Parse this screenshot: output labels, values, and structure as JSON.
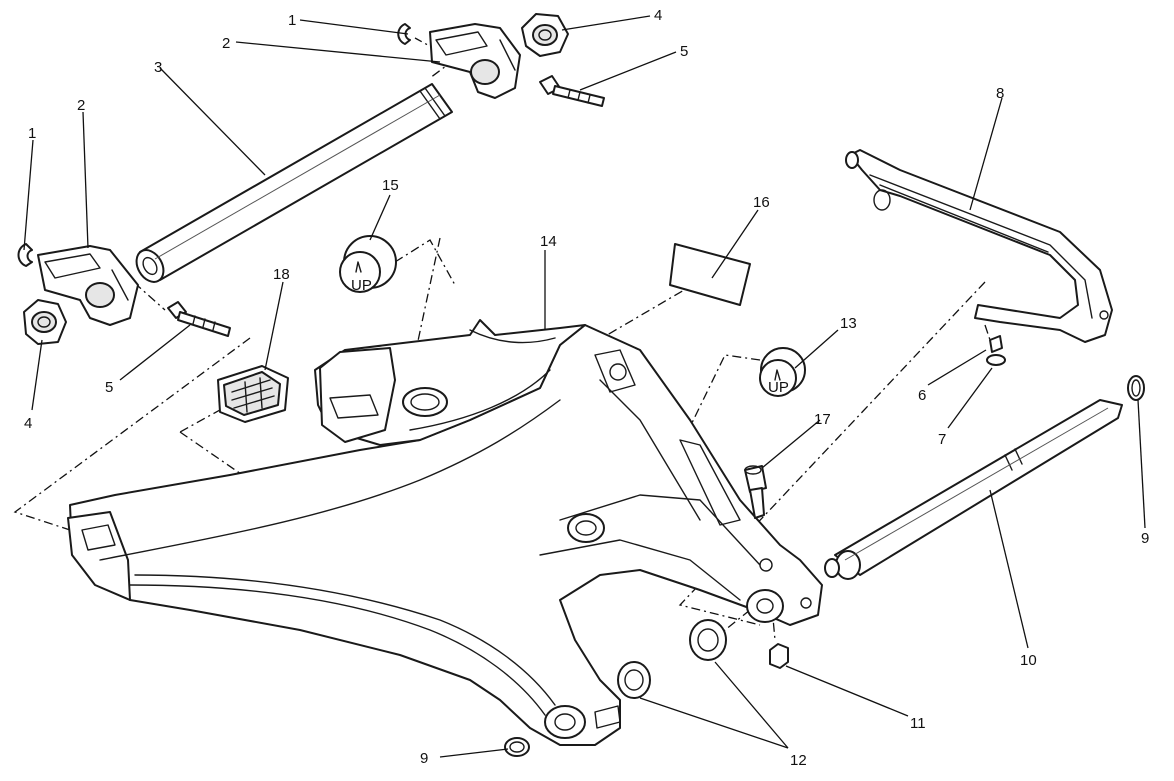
{
  "diagram": {
    "labels": {
      "p1": "1",
      "p2": "2",
      "p3": "3",
      "p4": "4",
      "p5": "5",
      "p6": "6",
      "p7": "7",
      "p8": "8",
      "p9": "9",
      "p10": "10",
      "p11": "11",
      "p12": "12",
      "p13": "13",
      "p14": "14",
      "p15": "15",
      "p16": "16",
      "p17": "17",
      "p18": "18"
    },
    "plug_text": "UP"
  }
}
